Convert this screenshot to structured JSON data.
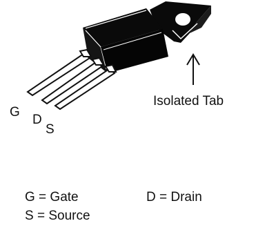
{
  "labels": {
    "gate_pin": "G",
    "drain_pin": "D",
    "source_pin": "S",
    "isolated_tab": "Isolated Tab"
  },
  "legend": {
    "gate": "G = Gate",
    "drain": "D = Drain",
    "source": "S = Source"
  },
  "colors": {
    "package_body": "#0a0a0a",
    "highlight": "#ffffff",
    "text": "#111111"
  }
}
